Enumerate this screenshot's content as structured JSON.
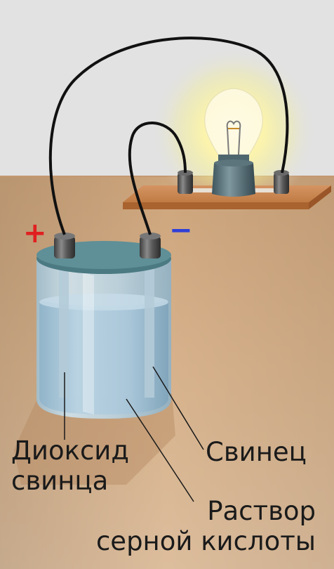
{
  "labels": {
    "lead_dioxide_line1": "Диоксид",
    "lead_dioxide_line2": "свинца",
    "lead": "Свинец",
    "acid_line1": "Раствор",
    "acid_line2": "серной кислоты"
  },
  "terminals": {
    "positive": "+",
    "negative": "−"
  },
  "colors": {
    "wall": "#e2e2e2",
    "floor": "#c79a6e",
    "board": "#c17a43",
    "wire": "#111111",
    "positive_sign": "#e02020",
    "negative_sign": "#2f3fd8",
    "electrolyte": "#a9c8da",
    "lid": "#4f7f86",
    "bulb_glow": "#fff6a6"
  }
}
